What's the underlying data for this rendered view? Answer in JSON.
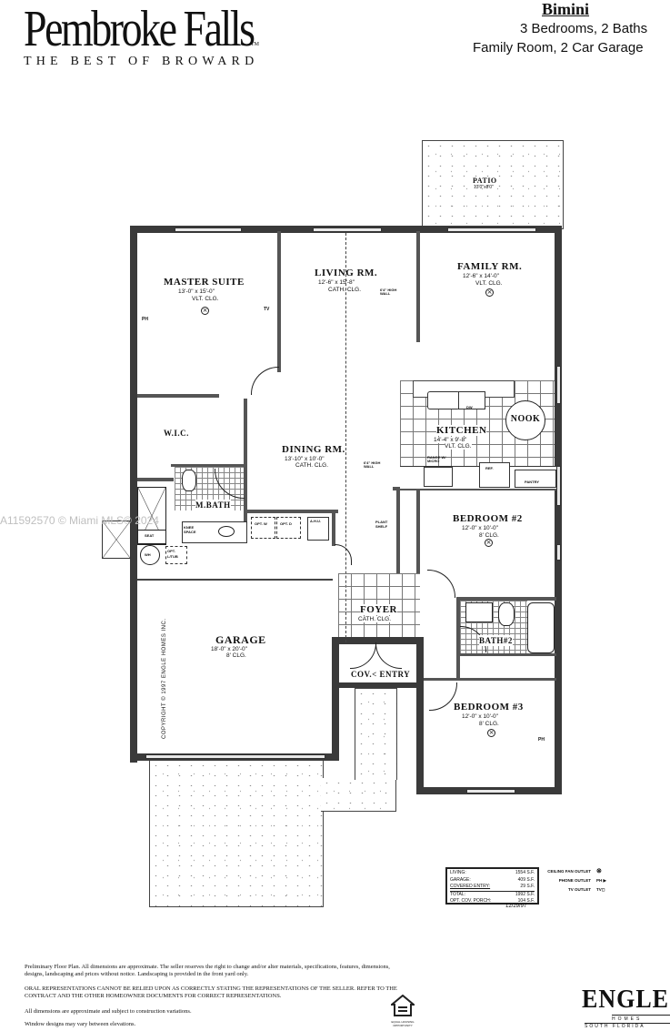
{
  "header": {
    "brand": "Pembroke Falls",
    "trademark": "TM",
    "tagline": "THE BEST OF BROWARD",
    "model_name": "Bimini",
    "spec_line1": "3 Bedrooms, 2 Baths",
    "spec_line2": "Family Room, 2 Car Garage"
  },
  "watermark": "A11592570 © Miami MLS© 2024",
  "rooms": {
    "patio": {
      "name": "PATIO",
      "dims": "13'0\"x8'0\""
    },
    "master_suite": {
      "name": "MASTER SUITE",
      "dims": "13'-0\" x 15'-0\"",
      "ceiling": "VLT. CLG."
    },
    "living": {
      "name": "LIVING RM.",
      "dims": "12'-6\" x 15'-8\"",
      "ceiling": "CATH. CLG."
    },
    "family": {
      "name": "FAMILY RM.",
      "dims": "12'-6\" x 14'-0\"",
      "ceiling": "VLT. CLG."
    },
    "kitchen": {
      "name": "KITCHEN",
      "dims": "14'-4\" x 9'-8\"",
      "ceiling": "VLT. CLG."
    },
    "nook": {
      "name": "NOOK"
    },
    "dining": {
      "name": "DINING RM.",
      "dims": "13'-10\" x 10'-0\"",
      "ceiling": "CATH. CLG."
    },
    "wic": {
      "name": "W.I.C."
    },
    "master_bath": {
      "name": "M.BATH"
    },
    "bedroom2": {
      "name": "BEDROOM #2",
      "dims": "12'-0\" x 10'-0\"",
      "ceiling": "8' CLG."
    },
    "bedroom3": {
      "name": "BEDROOM #3",
      "dims": "12'-0\" x 10'-0\"",
      "ceiling": "8' CLG."
    },
    "bath2": {
      "name": "BATH#2"
    },
    "foyer": {
      "name": "FOYER",
      "ceiling": "CATH. CLG."
    },
    "entry": {
      "name": "COV.< ENTRY"
    },
    "garage": {
      "name": "GARAGE",
      "dims": "18'-0\" x 20'-0\"",
      "ceiling": "8' CLG."
    }
  },
  "annotations": {
    "ph": "PH",
    "tv": "TV",
    "high_wall": "6'4\" HIGH WALL",
    "plant_shelf": "PLANT SHELF",
    "range": "RANGE W/ MICRO",
    "dw": "DW",
    "ref": "REF.",
    "pantry": "PANTRY",
    "knee_space": "KNEE SPACE",
    "seat": "SEAT",
    "opt_w": "OPT. W",
    "opt_d": "OPT. D",
    "ahu": "A.H.U.",
    "wh": "WH",
    "opt_tub": "OPT. L/TUB",
    "copyright": "COPYRIGHT © 1997 ENGLE HOMES INC."
  },
  "area_table": [
    {
      "label": "LIVING:",
      "value": "1554 S.F."
    },
    {
      "label": "GARAGE:",
      "value": "409 S.F."
    },
    {
      "label": "COVERED ENTRY:",
      "value": "29 S.F."
    },
    {
      "label": "TOTAL:",
      "value": "1992 S.F."
    },
    {
      "label": "OPT. COV. PORCH:",
      "value": "104 S.F."
    }
  ],
  "legend": [
    {
      "label": "CEILING FAN OUTLET",
      "symbol": "⊗"
    },
    {
      "label": "PHONE OUTLET",
      "symbol": "PH ▶"
    },
    {
      "label": "TV OUTLET",
      "symbol": "TV◻"
    }
  ],
  "date": "12/29/97",
  "disclaimers": {
    "p1": "Preliminary Floor Plan. All dimensions are approximate. The seller reserves the right to change and/or alter materials, specifications, features, dimensions, designs, landscaping and prices without notice. Landscaping is provided in the front yard only.",
    "p2": "ORAL REPRESENTATIONS CANNOT BE RELIED UPON AS CORRECTLY STATING THE REPRESENTATIONS OF THE SELLER. REFER TO THE CONTRACT AND THE OTHER HOMEOWNER DOCUMENTS FOR CORRECT REPRESENTATIONS.",
    "p3": "All dimensions are approximate and subject to construction variations.",
    "p4": "Window designs may vary between elevations."
  },
  "equal_housing": "EQUAL HOUSING OPPORTUNITY",
  "builder": {
    "name": "ENGLE",
    "line1": "HOMES",
    "line2": "SOUTH FLORIDA"
  }
}
